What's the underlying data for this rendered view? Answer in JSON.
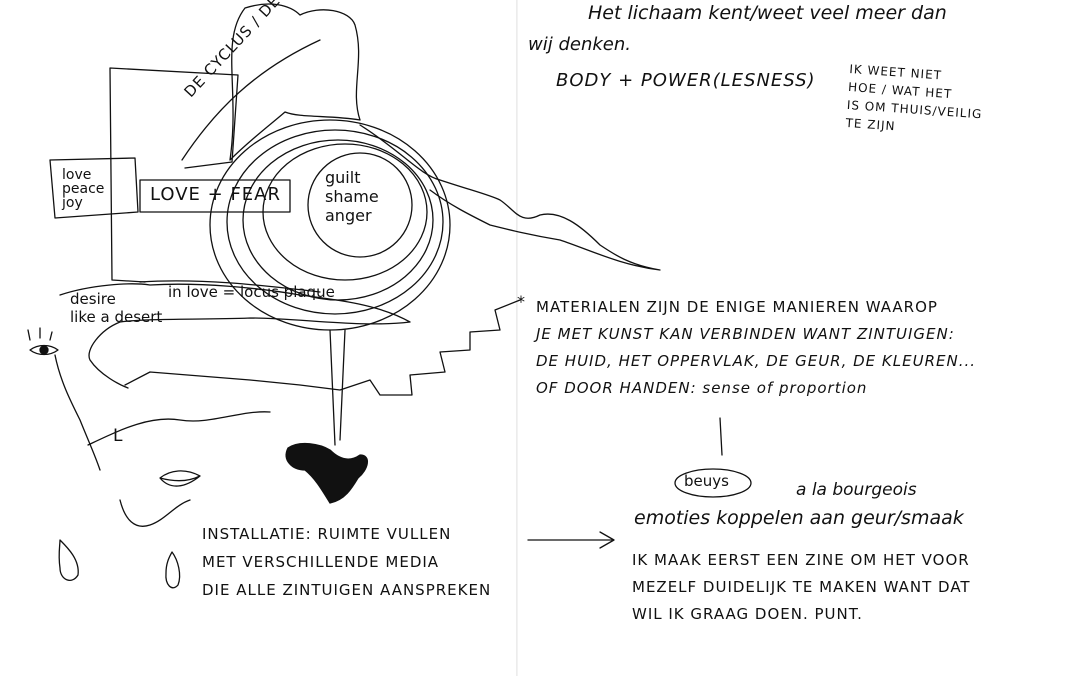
{
  "left_page": {
    "cycle_label": "DE CYCLUS / DE FASES",
    "box_small": [
      "love",
      "peace",
      "joy"
    ],
    "box_love_fear": "LOVE + FEAR",
    "inner_circle": [
      "guilt",
      "shame",
      "anger"
    ],
    "desire_label": [
      "desire",
      "like a desert"
    ],
    "in_love_label": "in love = locus plaque",
    "l_mark": "L",
    "installatie": [
      "INSTALLATIE: RUIMTE VULLEN",
      "MET VERSCHILLENDE MEDIA",
      "DIE ALLE ZINTUIGEN AANSPREKEN"
    ]
  },
  "right_page": {
    "intro_line1": "Het lichaam kent/weet veel meer dan",
    "intro_line2": "wij denken.",
    "body_power": "BODY + POWER(LESNESS)",
    "ik_weet": [
      "IK WEET NIET",
      "HOE / WAT HET",
      "IS OM THUIS/VEILIG",
      "TE ZIJN"
    ],
    "asterisk": "*",
    "materialen": [
      "MATERIALEN ZIJN DE ENIGE MANIEREN WAAROP",
      "JE MET KUNST KAN VERBINDEN WANT ZINTUIGEN:",
      "DE HUID, HET OPPERVLAK, DE GEUR, DE KLEUREN...",
      "OF DOOR HANDEN: sense of proportion"
    ],
    "beuys": "beuys",
    "a_la": "a la bourgeois",
    "emoties": "emoties koppelen aan geur/smaak",
    "zine": [
      "IK MAAK EERST EEN ZINE OM HET VOOR",
      "MEZELF DUIDELIJK TE MAKEN WANT DAT",
      "WIL IK GRAAG DOEN. PUNT."
    ]
  }
}
